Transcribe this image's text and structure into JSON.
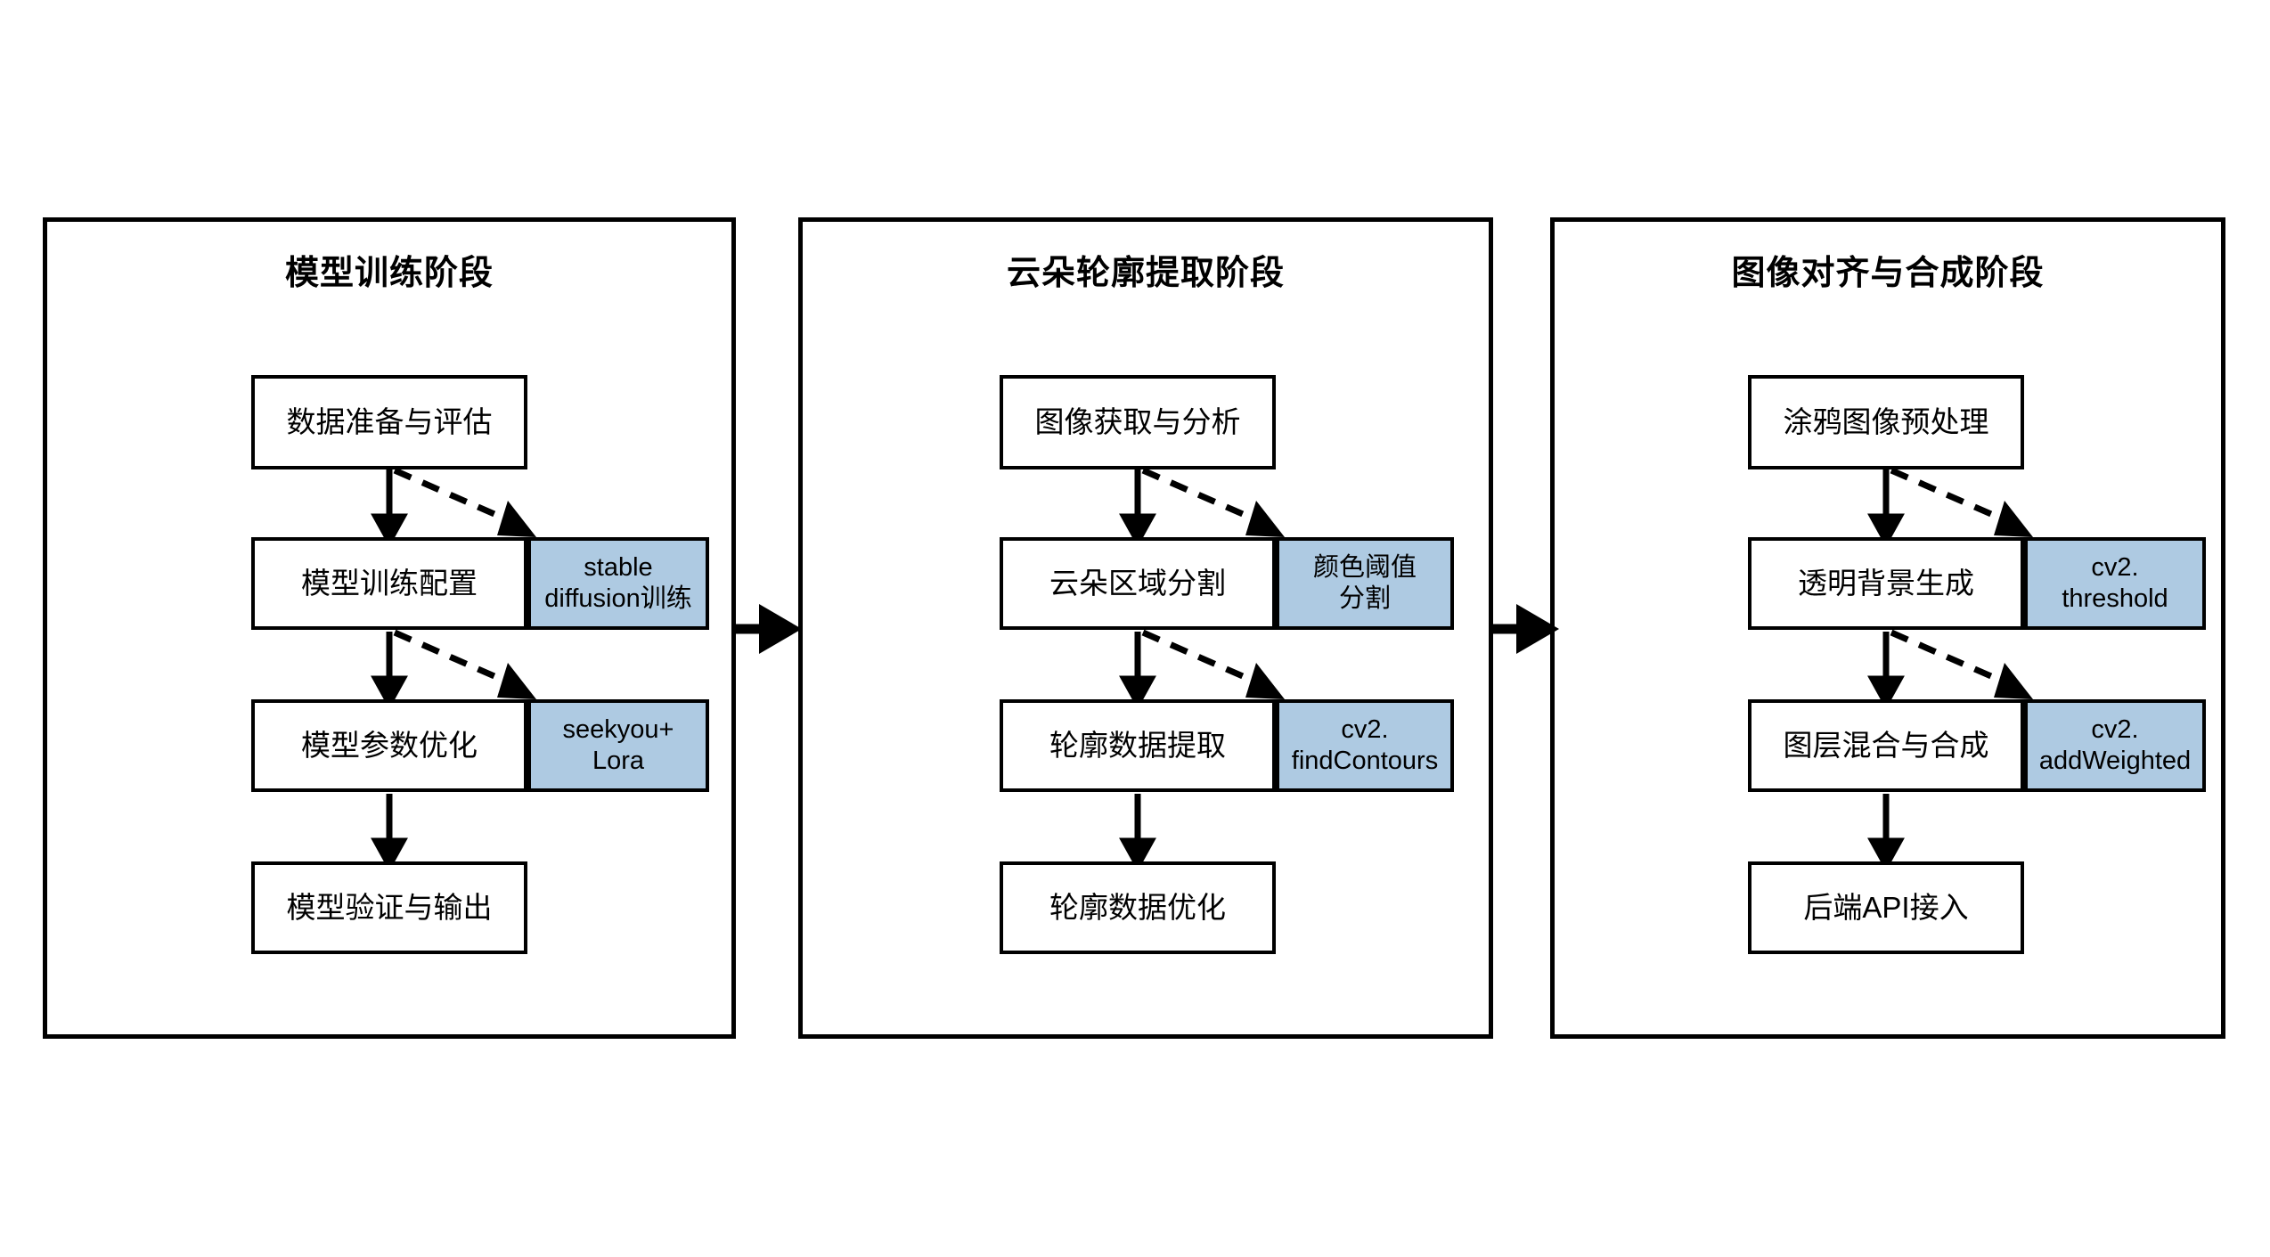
{
  "diagram": {
    "type": "flowchart",
    "title_style": "three-stage pipeline",
    "colors": {
      "tag_fill": "#aecae2",
      "node_fill": "#ffffff",
      "stroke": "#000000",
      "background": "#ffffff"
    },
    "panels": [
      {
        "id": "panel-model-training",
        "title": "模型训练阶段",
        "nodes": [
          {
            "label": "数据准备与评估",
            "tag": null
          },
          {
            "label": "模型训练配置",
            "tag": "stable\ndiffusion训练"
          },
          {
            "label": "模型参数优化",
            "tag": "seekyou+\nLora"
          },
          {
            "label": "模型验证与输出",
            "tag": null
          }
        ]
      },
      {
        "id": "panel-cloud-contour",
        "title": "云朵轮廓提取阶段",
        "nodes": [
          {
            "label": "图像获取与分析",
            "tag": null
          },
          {
            "label": "云朵区域分割",
            "tag": "颜色阈值\n分割"
          },
          {
            "label": "轮廓数据提取",
            "tag": "cv2.\nfindContours"
          },
          {
            "label": "轮廓数据优化",
            "tag": null
          }
        ]
      },
      {
        "id": "panel-align-compose",
        "title": "图像对齐与合成阶段",
        "nodes": [
          {
            "label": "涂鸦图像预处理",
            "tag": null
          },
          {
            "label": "透明背景生成",
            "tag": "cv2.\nthreshold"
          },
          {
            "label": "图层混合与合成",
            "tag": "cv2.\naddWeighted"
          },
          {
            "label": "后端API接入",
            "tag": null
          }
        ]
      }
    ],
    "stage_connectors": [
      {
        "from": "panel-model-training",
        "to": "panel-cloud-contour",
        "style": "solid-thick-arrow"
      },
      {
        "from": "panel-cloud-contour",
        "to": "panel-align-compose",
        "style": "solid-thick-arrow"
      }
    ],
    "edge_styles": {
      "sequence": "solid-arrow-down",
      "annotation": "dashed-arrow-diagonal"
    }
  }
}
